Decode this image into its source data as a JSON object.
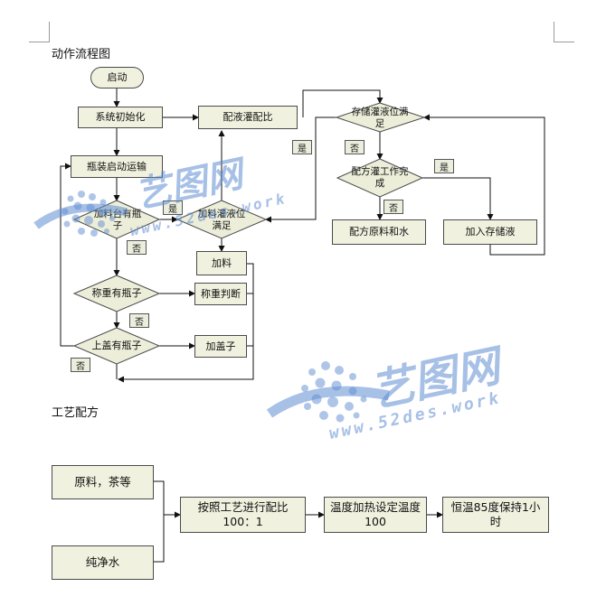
{
  "flowchart": {
    "title": "动作流程图",
    "start": "启动",
    "init": "系统初始化",
    "mix_tank": "配液灌配比",
    "storage_level": "存储灌液位满足",
    "bottle_conveyor": "瓶装启动运输",
    "recipe_done": "配方灌工作完成",
    "has_bottle": "加料台有瓶子",
    "fill_level": "加料灌液位满足",
    "feed": "加料",
    "weigh_check": "称重有瓶子",
    "weigh_judge": "称重判断",
    "cap_check": "上盖有瓶子",
    "cap": "加盖子",
    "mix_raw": "配方原料和水",
    "add_storage": "加入存储液",
    "yes": "是",
    "no": "否"
  },
  "process": {
    "title": "工艺配方",
    "raw": "原料，茶等",
    "water": "纯净水",
    "step1": "按照工艺进行配比100：1",
    "step2": "温度加热设定温度100",
    "step3": "恒温85度保持1小时"
  },
  "watermark": {
    "brand": "艺图网",
    "url": "www.52des.work"
  }
}
